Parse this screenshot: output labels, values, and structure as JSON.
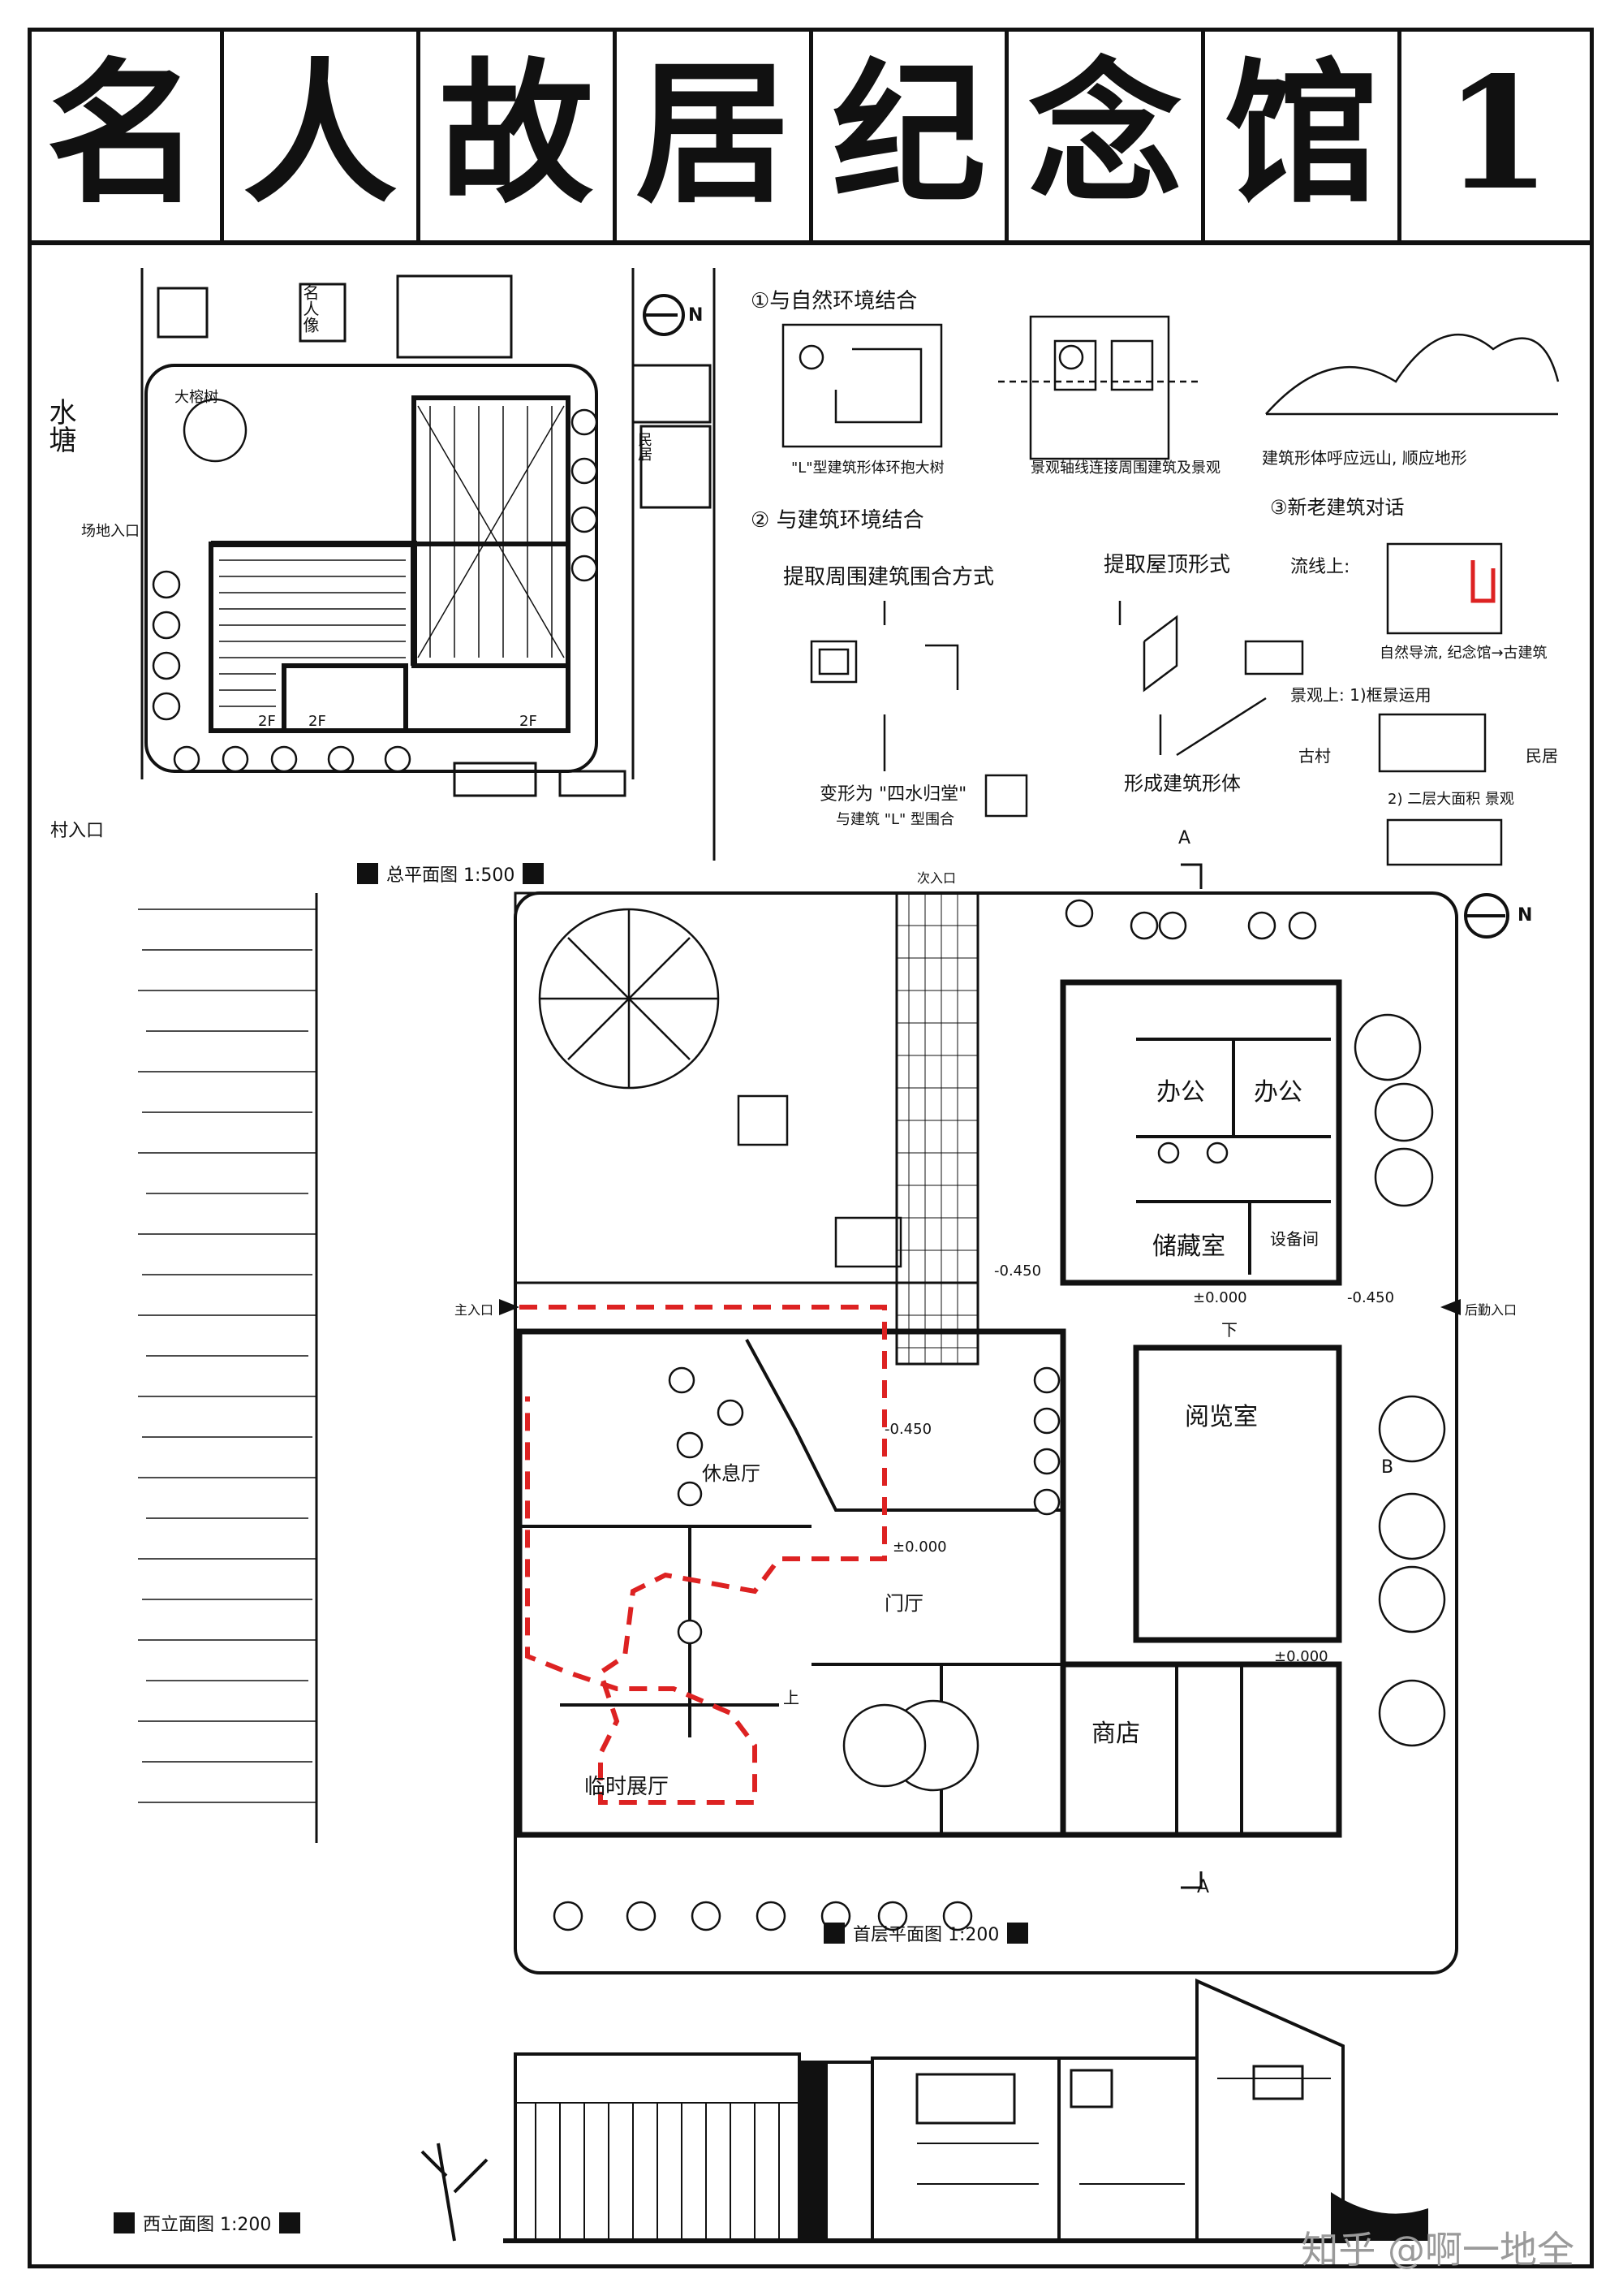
{
  "title_chars": [
    "名",
    "人",
    "故",
    "居",
    "纪",
    "念",
    "馆",
    "1"
  ],
  "site_plan": {
    "caption": "总平面图 1:500",
    "labels": {
      "water": "水塘",
      "statue": "名人像",
      "square": "场地入口",
      "village_entry": "村入口",
      "tree": "大榕树",
      "residence": "民居",
      "floor_2f_a": "2F",
      "floor_2f_b": "2F",
      "floor_2f_c": "2F",
      "north": "N"
    }
  },
  "analysis": {
    "nature_title": "①与自然环境结合",
    "nature_note_a": "\"L\"型建筑形体环抱大树",
    "nature_note_b": "景观轴线连接周围建筑及景观",
    "nature_note_c": "建筑形体呼应远山, 顺应地形",
    "context_title": "② 与建筑环境结合",
    "context_sub_a": "提取周围建筑围合方式",
    "context_sub_b": "提取屋顶形式",
    "context_result_a": "变形为 \"四水归堂\"",
    "context_result_a2": "与建筑 \"L\" 型围合",
    "context_result_b": "形成建筑形体",
    "new_old_title": "③新老建筑对话",
    "flow_label": "流线上:",
    "flow_note": "自然导流, 纪念馆→古建筑",
    "view_label": "景观上: 1)框景运用",
    "old_village": "古村",
    "residence": "民居",
    "second_floor": "2) 二层大面积 景观"
  },
  "ground_plan": {
    "caption": "首层平面图 1:200",
    "rooms": {
      "office_a": "办公",
      "office_b": "办公",
      "equipment": "设备间",
      "storage": "储藏室",
      "reading": "阅览室",
      "lounge": "休息厅",
      "lobby": "门厅",
      "shop": "商店",
      "temp_hall": "临时展厅"
    },
    "entries": {
      "main": "主入口",
      "back": "后勤入口",
      "side": "次入口"
    },
    "levels": {
      "l1": "±0.000",
      "l2": "-0.450",
      "l3": "-0.450",
      "l4": "±0.000",
      "l5": "-0.450",
      "l6": "±0.000"
    },
    "section_a_top": "A",
    "section_a_bottom": "A",
    "section_b": "B",
    "down_label": "下",
    "up_label": "上",
    "north": "N"
  },
  "elevation": {
    "caption": "西立面图 1:200"
  },
  "watermark": "知乎 @啊一地全"
}
